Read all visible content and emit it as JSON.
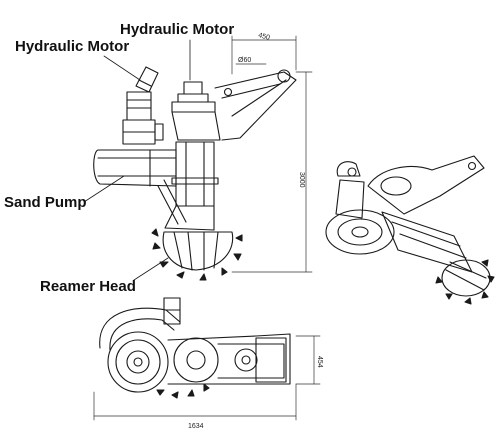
{
  "labels": {
    "hydraulic_motor_top": "Hydraulic Motor",
    "hydraulic_motor_left": "Hydraulic Motor",
    "sand_pump": "Sand Pump",
    "reamer_head": "Reamer Head"
  },
  "dimensions": {
    "top_width": "450",
    "pivot_hole": "Ø60",
    "height": "3000",
    "bottom_length": "1634",
    "bottom_height": "454"
  }
}
